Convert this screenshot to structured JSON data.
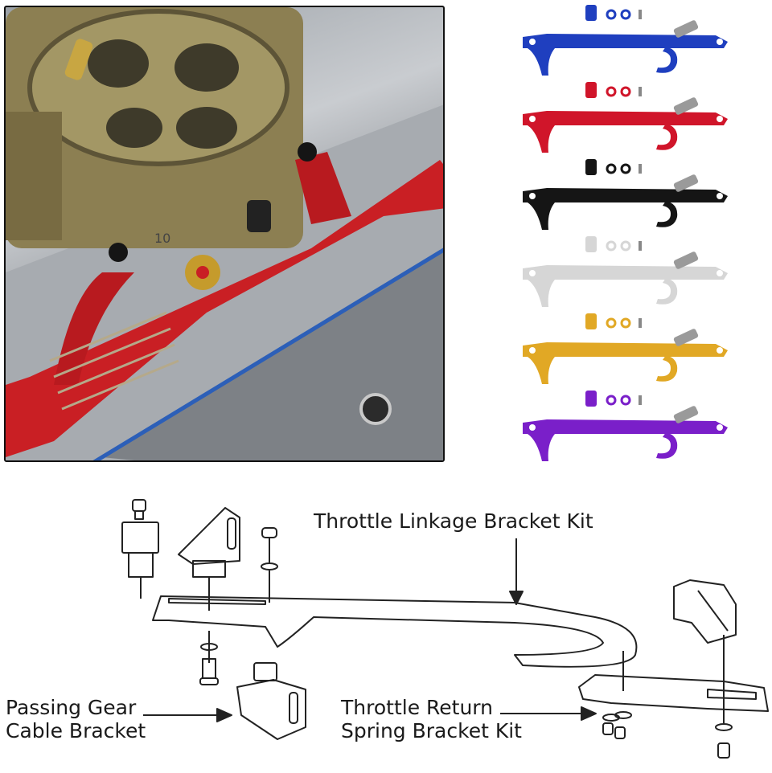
{
  "photo": {
    "stamp_text": "10"
  },
  "swatches": [
    {
      "name": "blue",
      "color": "#1f3fbf"
    },
    {
      "name": "red",
      "color": "#d0152a"
    },
    {
      "name": "black",
      "color": "#151515"
    },
    {
      "name": "silver",
      "color": "#d6d6d6"
    },
    {
      "name": "gold",
      "color": "#e1a825"
    },
    {
      "name": "purple",
      "color": "#7a1fc9"
    }
  ],
  "diagram": {
    "callouts": {
      "linkage": "Throttle Linkage Bracket Kit",
      "passing_gear": "Passing Gear\nCable Bracket",
      "return_spring": "Throttle Return\nSpring Bracket Kit"
    },
    "line_color": "#222222"
  }
}
